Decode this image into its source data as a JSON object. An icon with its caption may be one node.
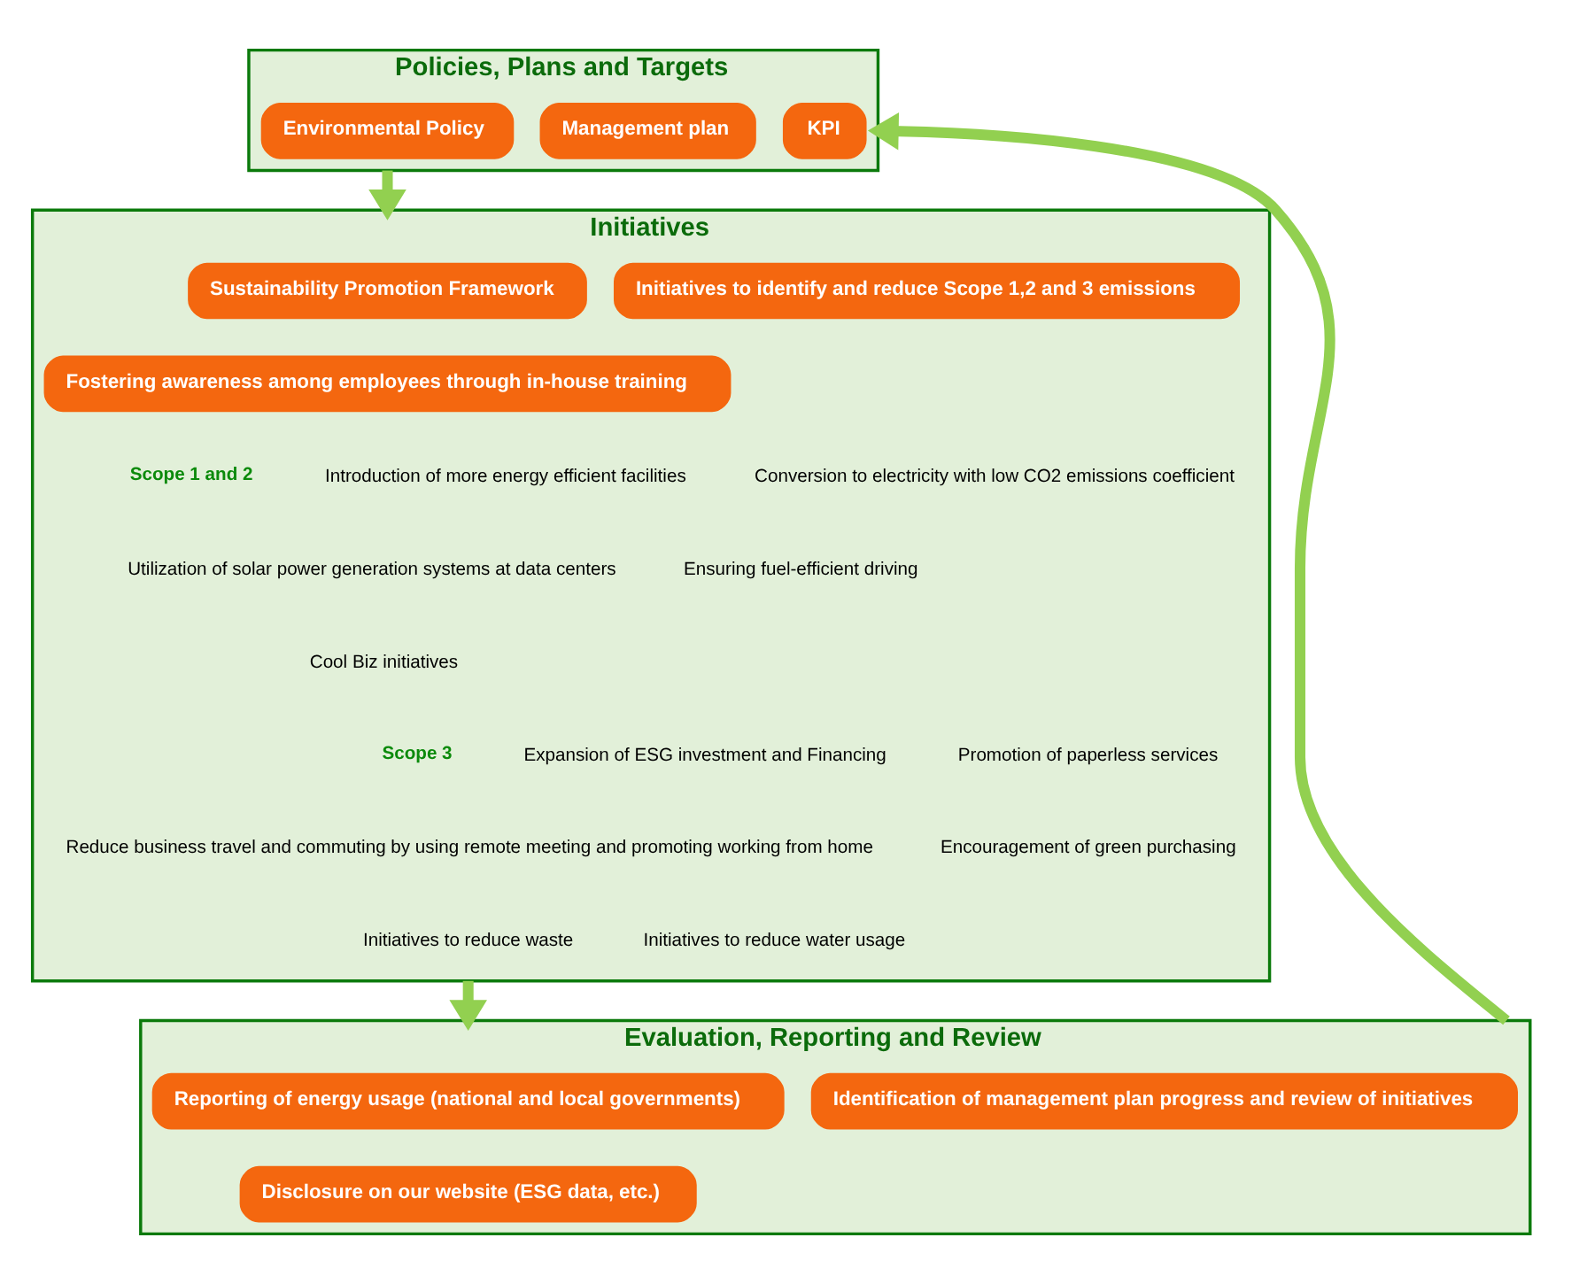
{
  "diagram": {
    "nodes": [
      {
        "text": [
          "Policies, Plans and Targets"
        ]
      },
      {
        "text": [
          "Environmental Policy"
        ],
        "in": 0
      },
      {
        "text": [
          "Management plan"
        ],
        "in": 0
      },
      {
        "text": [
          "KPI"
        ],
        "in": 0
      },
      {
        "text": [
          "Initiatives"
        ]
      },
      {
        "text": [
          "Sustainability Promotion Framework"
        ],
        "in": 4
      },
      {
        "text": [
          "Initiatives to identify and reduce Scope 1,2 and 3 emissions"
        ],
        "in": 4
      },
      {
        "text": [
          "Fostering awareness among employees through in-house training"
        ],
        "in": 4
      },
      {
        "text": [
          "Evaluation, Reporting and Review"
        ]
      },
      {
        "text": [
          "Reporting of energy usage (national and local governments)"
        ],
        "in": 8
      },
      {
        "text": [
          "Identification of management plan progress and review of initiatives"
        ],
        "in": 8
      },
      {
        "text": [
          "Disclosure on our website (ESG data, etc.)"
        ],
        "in": 8
      }
    ],
    "edges": [
      {
        "from": 0,
        "to": 4,
        "arrow": "to"
      },
      {
        "from": 4,
        "to": 8,
        "arrow": "to"
      },
      {
        "from": 8,
        "to": 0,
        "arrow": "to"
      }
    ],
    "labels": [
      "Scope 1 and 2",
      "Introduction of more energy efficient facilities",
      "Conversion to electricity with low CO2 emissions coefficient",
      "Utilization of solar power generation systems at data centers",
      "Ensuring fuel-efficient driving",
      "Cool Biz initiatives",
      "Scope 3",
      "Expansion of ESG investment and Financing",
      "Promotion of paperless services",
      "Reduce business travel and commuting by using remote meeting and promoting working from home",
      "Encouragement of green purchasing",
      "Initiatives to reduce waste",
      "Initiatives to reduce water usage"
    ]
  }
}
